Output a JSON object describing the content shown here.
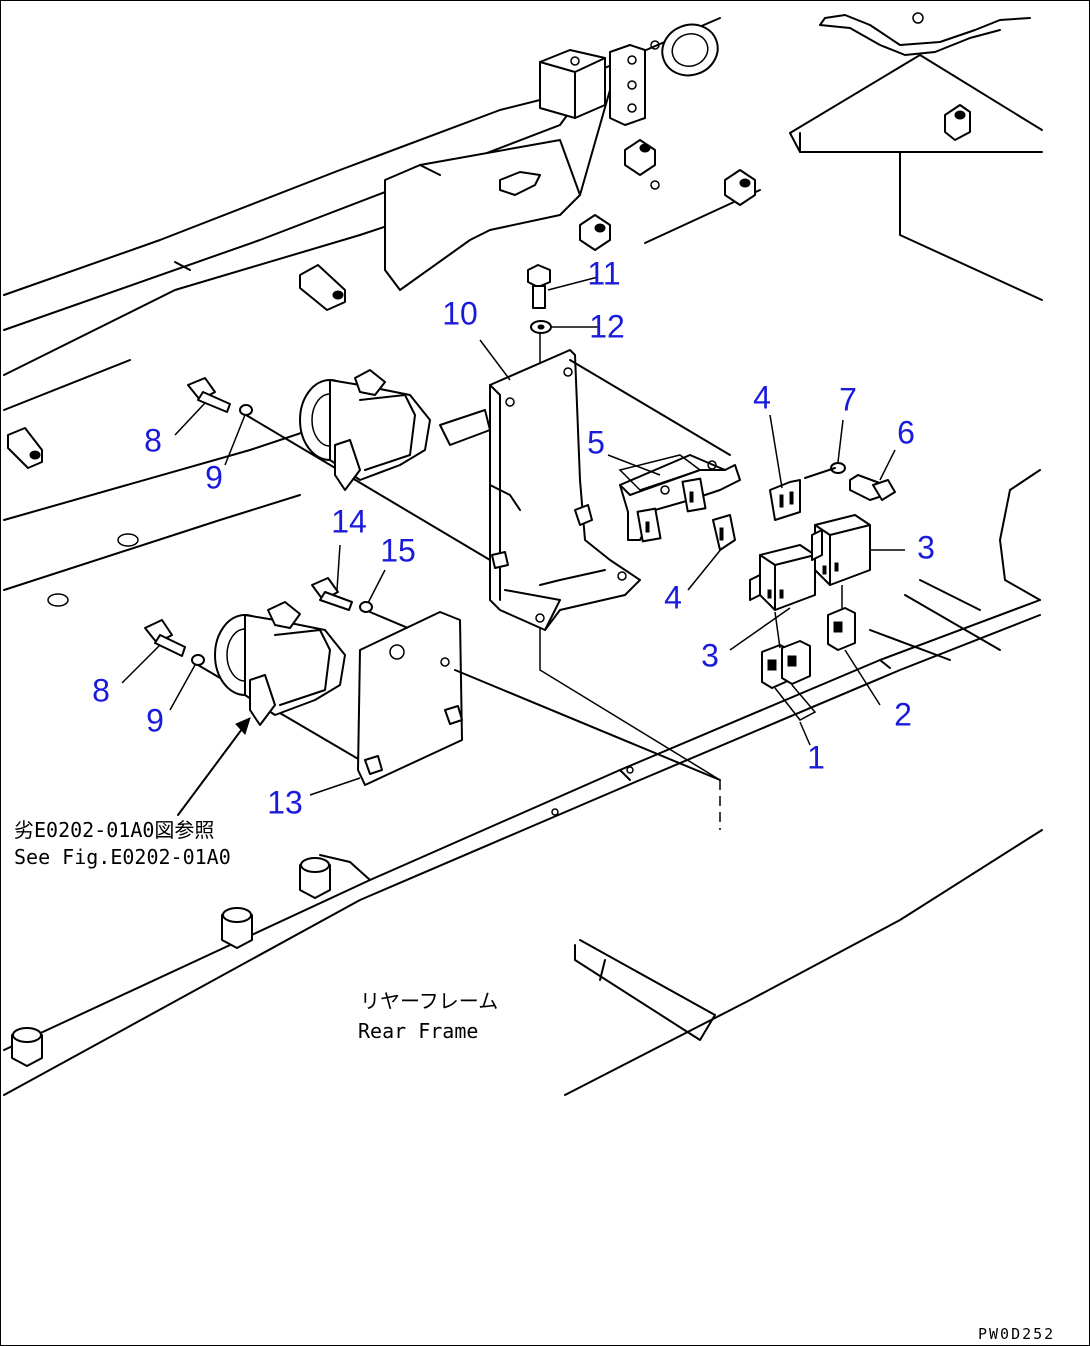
{
  "drawing": {
    "reference_note_jp": "劣E0202-01A0図参照",
    "reference_note_en": "See Fig.E0202-01A0",
    "frame_label_jp": "リヤーフレーム",
    "frame_label_en": "Rear Frame",
    "drawing_code": "PW0D252"
  },
  "callouts": [
    "1",
    "2",
    "3",
    "3",
    "4",
    "4",
    "5",
    "6",
    "7",
    "8",
    "8",
    "9",
    "9",
    "10",
    "11",
    "12",
    "13",
    "14",
    "15"
  ],
  "colors": {
    "callout": "#1a1adb",
    "line": "#000000",
    "background": "#ffffff"
  }
}
